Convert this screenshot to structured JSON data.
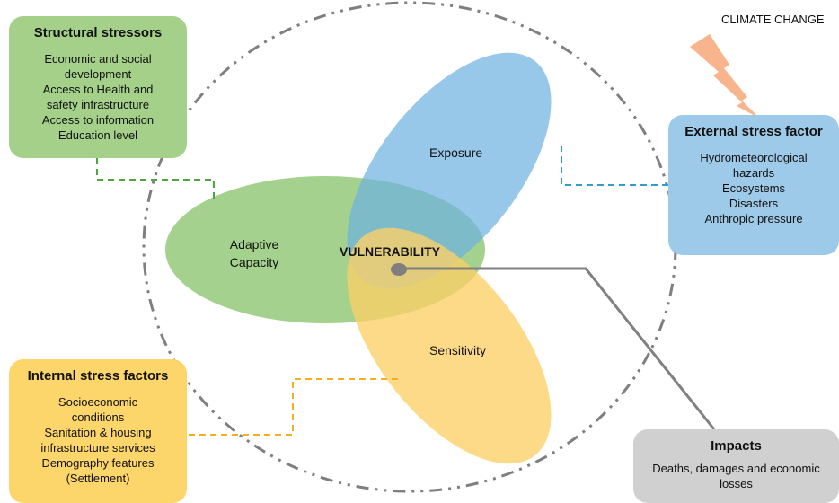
{
  "climate_label": "CLIMATE CHANGE",
  "ellipses": {
    "exposure": "Exposure",
    "adaptive_capacity": [
      "Adaptive",
      "Capacity"
    ],
    "sensitivity": "Sensitivity",
    "vulnerability": "VULNERABILITY"
  },
  "structural_stressors": {
    "title": "Structural stressors",
    "items": [
      "Economic and social",
      "development",
      "Access to Health and",
      "safety infrastructure",
      "Access to information",
      "Education level"
    ]
  },
  "external_stress_factor": {
    "title": "External stress factor",
    "items": [
      "Hydrometeorological",
      "hazards",
      "Ecosystems",
      "Disasters",
      "Anthropic pressure"
    ]
  },
  "internal_stress_factors": {
    "title": "Internal stress factors",
    "items": [
      "Socioeconomic",
      "conditions",
      "Sanitation & housing",
      "infrastructure  services",
      "Demography features",
      "(Settlement)"
    ]
  },
  "impacts": {
    "title": "Impacts",
    "text": "Deaths, damages and economic losses"
  },
  "colors": {
    "green": "#8cc46e",
    "blue": "#6fb3e0",
    "yellow": "#fcd066",
    "grey": "#7f7f7f",
    "lightning": "#f8b48c"
  }
}
